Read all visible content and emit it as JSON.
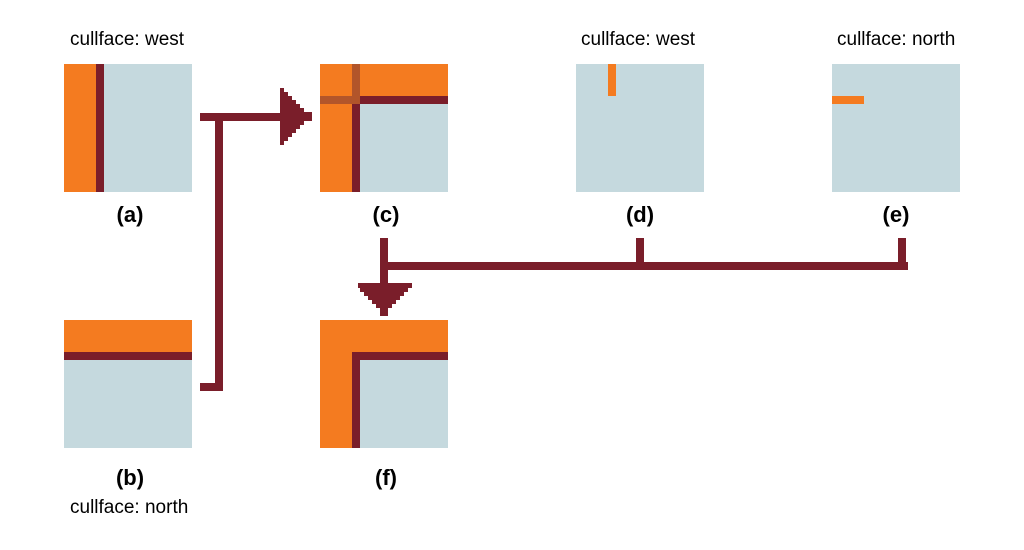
{
  "colors": {
    "tile_background": "#c5d9de",
    "texture_orange": "#f47b20",
    "edge_maroon": "#7a1e2a",
    "overlap_brown": "#b2552a",
    "connector": "#7a1e2a"
  },
  "panels": {
    "a": {
      "label": "(a)",
      "caption": "cullface: west"
    },
    "b": {
      "label": "(b)",
      "caption": "cullface: north"
    },
    "c": {
      "label": "(c)"
    },
    "d": {
      "label": "(d)",
      "caption": "cullface: west"
    },
    "e": {
      "label": "(e)",
      "caption": "cullface: north"
    },
    "f": {
      "label": "(f)"
    }
  }
}
